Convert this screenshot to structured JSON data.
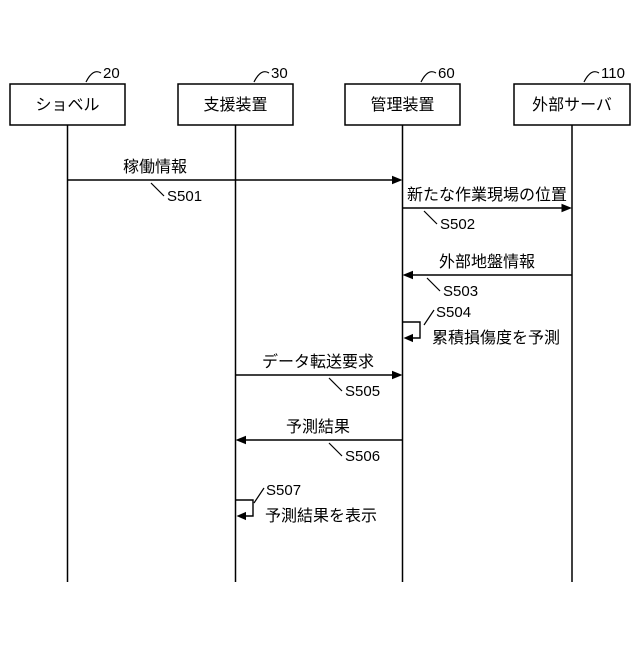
{
  "diagram": {
    "type": "sequence-diagram",
    "colors": {
      "line": "#000000",
      "background": "#ffffff"
    },
    "actors": [
      {
        "name": "ショベル",
        "ref": "20"
      },
      {
        "name": "支援装置",
        "ref": "30"
      },
      {
        "name": "管理装置",
        "ref": "60"
      },
      {
        "name": "外部サーバ",
        "ref": "110"
      }
    ],
    "messages": [
      {
        "step": "S501",
        "label": "稼働情報",
        "from": "ショベル",
        "to": "管理装置",
        "type": "arrow"
      },
      {
        "step": "S502",
        "label": "新たな作業現場の位置",
        "from": "管理装置",
        "to": "外部サーバ",
        "type": "arrow"
      },
      {
        "step": "S503",
        "label": "外部地盤情報",
        "from": "外部サーバ",
        "to": "管理装置",
        "type": "arrow"
      },
      {
        "step": "S504",
        "label": "累積損傷度を予測",
        "actor": "管理装置",
        "type": "self"
      },
      {
        "step": "S505",
        "label": "データ転送要求",
        "from": "支援装置",
        "to": "管理装置",
        "type": "arrow"
      },
      {
        "step": "S506",
        "label": "予測結果",
        "from": "管理装置",
        "to": "支援装置",
        "type": "arrow"
      },
      {
        "step": "S507",
        "label": "予測結果を表示",
        "actor": "支援装置",
        "type": "self"
      }
    ]
  }
}
